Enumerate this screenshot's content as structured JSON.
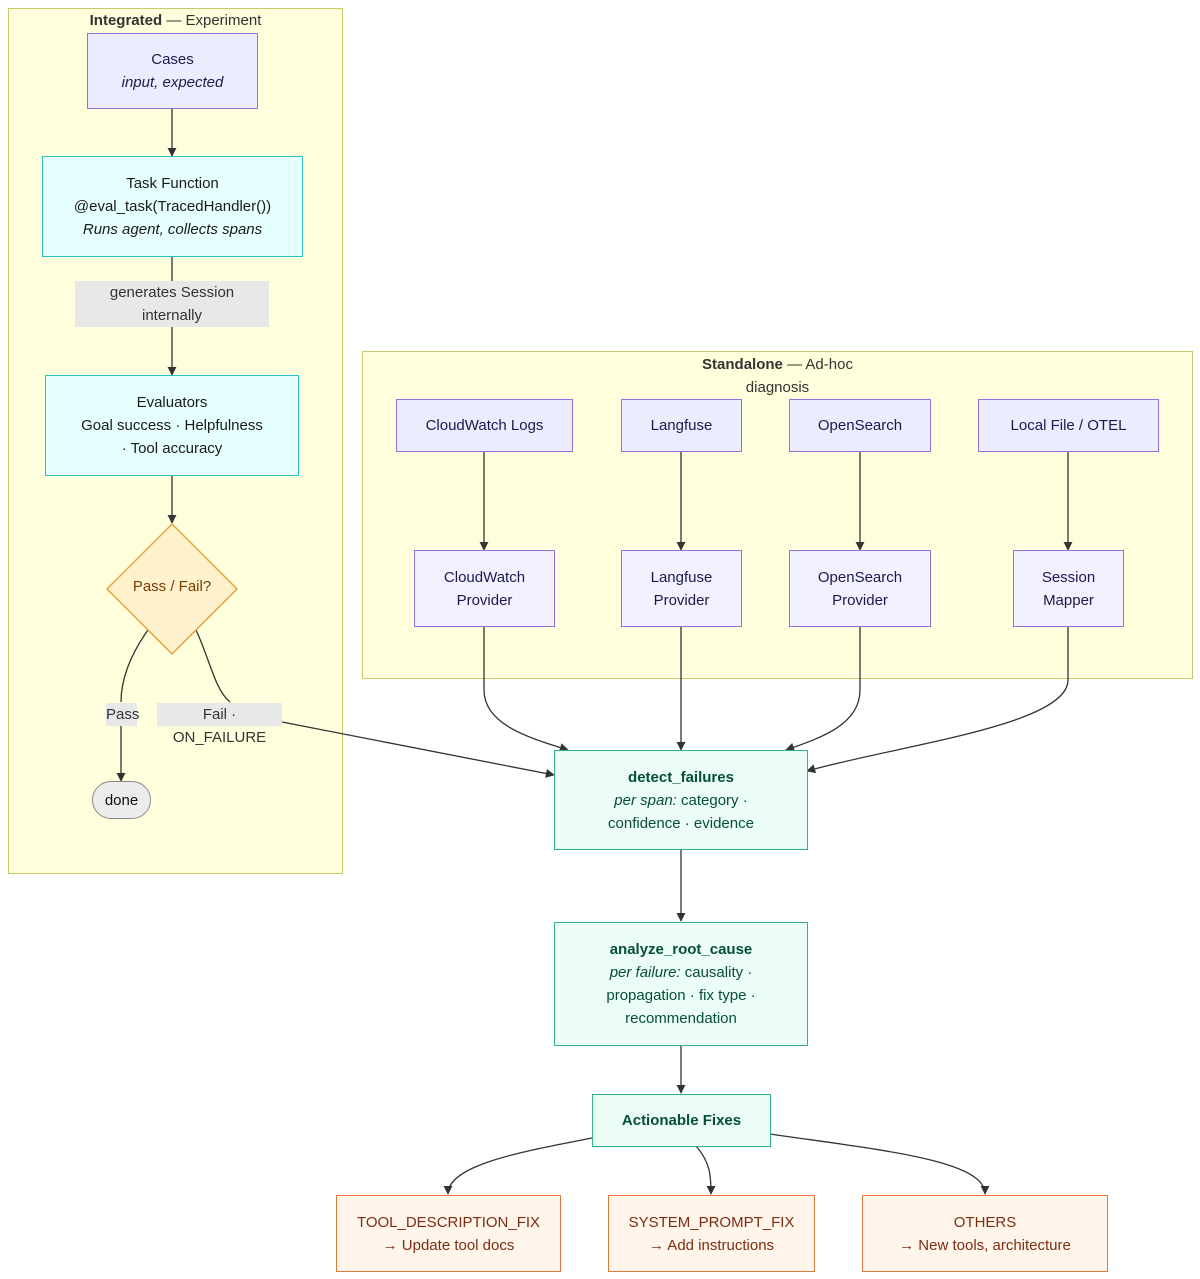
{
  "integrated": {
    "title_bold": "Integrated",
    "title_rest": " — Experiment",
    "cases": {
      "line1": "Cases",
      "line2": "input, expected"
    },
    "task": {
      "line1": "Task Function",
      "line2": "@eval_task(TracedHandler())",
      "line3": "Runs agent, collects spans"
    },
    "gen_label": {
      "line1": "generates Session",
      "line2": "internally"
    },
    "evaluators": {
      "line1": "Evaluators",
      "line2": "Goal success · Helpfulness",
      "line3": "· Tool accuracy"
    },
    "decision": "Pass / Fail?",
    "pass_label": "Pass",
    "fail_label": "Fail · ON_FAILURE",
    "done": "done"
  },
  "standalone": {
    "title_bold": "Standalone",
    "title_rest": " — Ad-hoc",
    "title_line2": "diagnosis",
    "sources": [
      "CloudWatch Logs",
      "Langfuse",
      "OpenSearch",
      "Local File / OTEL"
    ],
    "providers": [
      {
        "line1": "CloudWatch",
        "line2": "Provider"
      },
      {
        "line1": "Langfuse",
        "line2": "Provider"
      },
      {
        "line1": "OpenSearch",
        "line2": "Provider"
      },
      {
        "line1": "Session",
        "line2": "Mapper"
      }
    ]
  },
  "detect": {
    "title": "detect_failures",
    "line2_it": "per span:",
    "line2_rest": " category ·",
    "line3": "confidence · evidence"
  },
  "analyze": {
    "title": "analyze_root_cause",
    "line2_it": "per failure:",
    "line2_rest": " causality ·",
    "line3": "propagation · fix type ·",
    "line4": "recommendation"
  },
  "fixes": {
    "title": "Actionable Fixes"
  },
  "outputs": [
    {
      "line1": "TOOL_DESCRIPTION_FIX",
      "line2": "→ Update tool docs"
    },
    {
      "line1": "SYSTEM_PROMPT_FIX",
      "line2": "→ Add instructions"
    },
    {
      "line1": "OTHERS",
      "line2": "→ New tools, architecture"
    }
  ]
}
